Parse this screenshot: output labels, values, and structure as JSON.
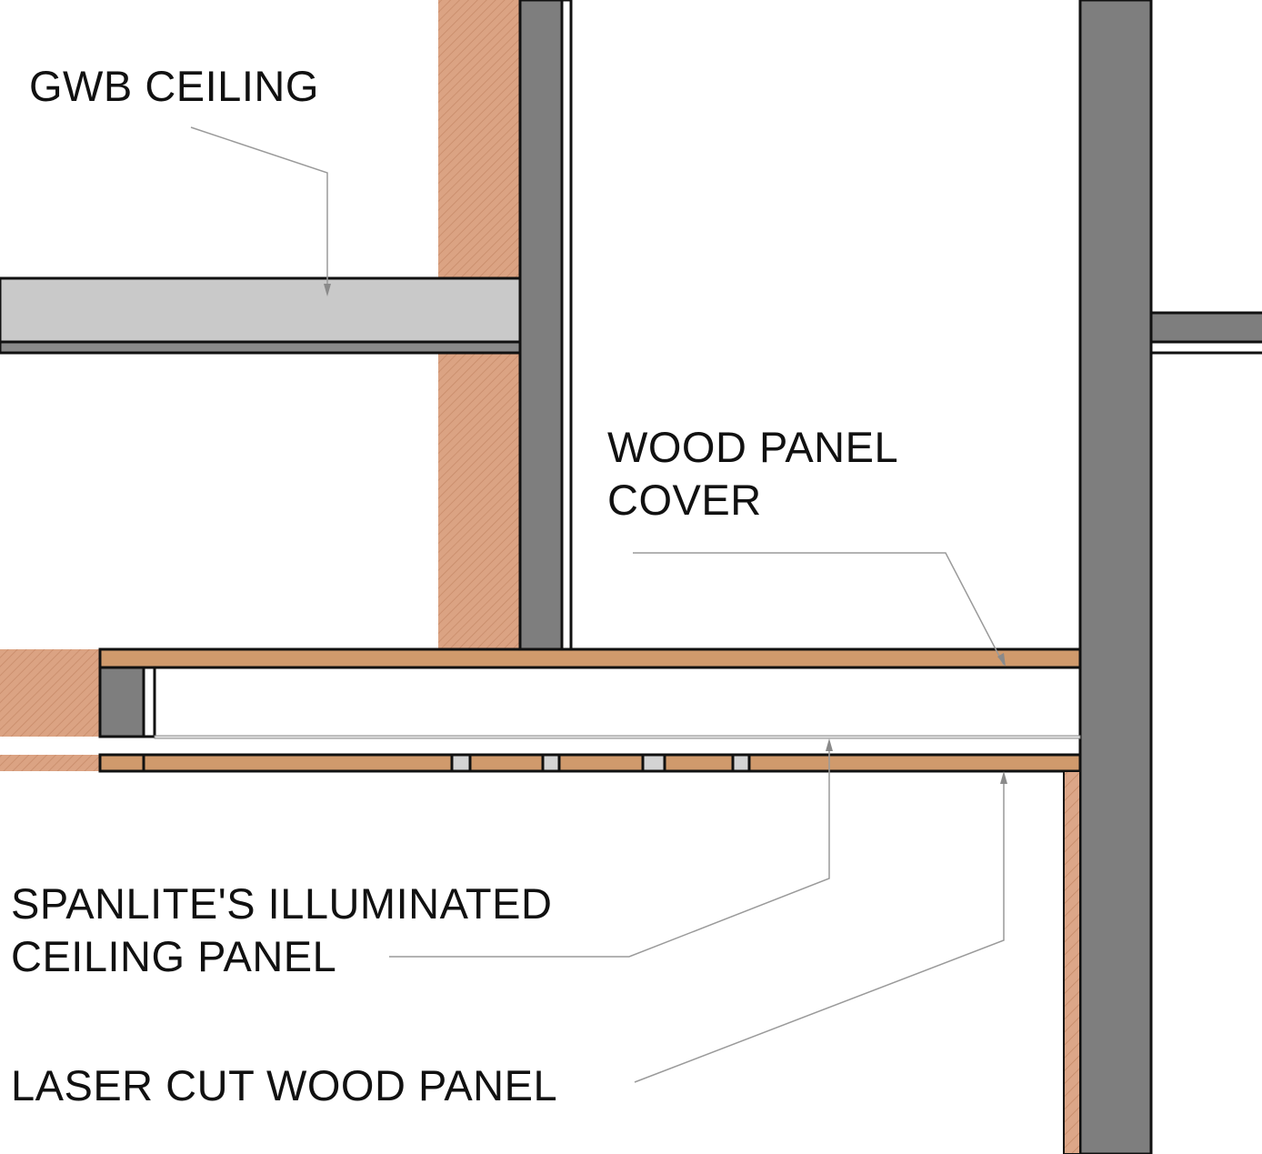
{
  "colors": {
    "wood": "#d09a6c",
    "insulation": "#dba383",
    "steel": "#7e7e7e",
    "gypsum": "#c9c9c9",
    "light_gap": "#d4d4d4",
    "outline": "#111111",
    "leader": "#9a9a9a",
    "background": "#ffffff"
  },
  "labels": {
    "gwb_ceiling": "GWB CEILING",
    "wood_panel_cover": [
      "WOOD PANEL",
      "COVER"
    ],
    "spanlite_panel": [
      "SPANLITE'S ILLUMINATED",
      "CEILING PANEL"
    ],
    "laser_cut_panel": "LASER CUT WOOD PANEL"
  }
}
